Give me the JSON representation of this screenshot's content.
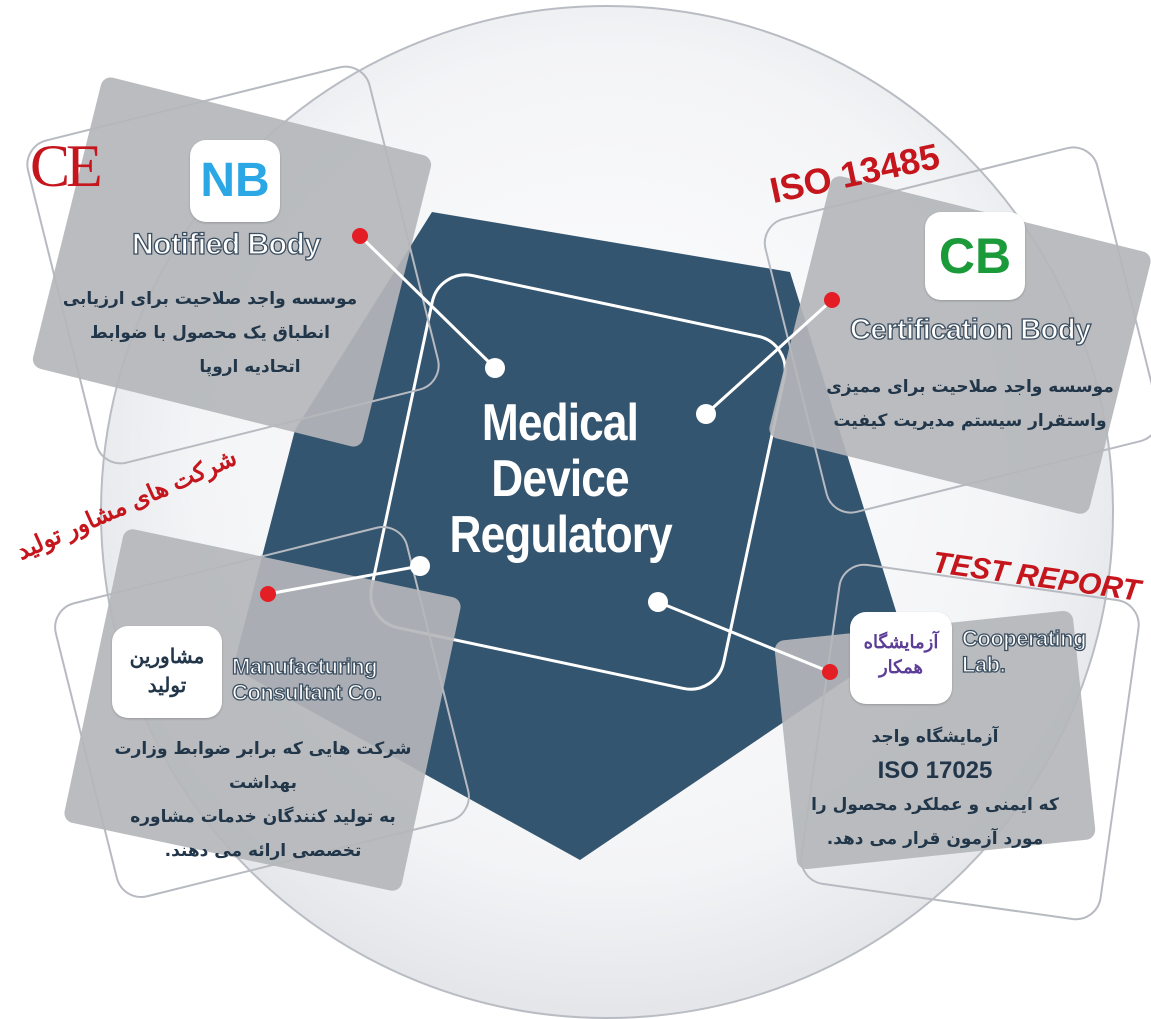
{
  "center": {
    "lines": [
      "Medical",
      "Device",
      "Regulatory"
    ]
  },
  "colors": {
    "navy": "#34556f",
    "red": "#d0161c",
    "nb_blue": "#2aa7e4",
    "cb_green": "#1b9a3a",
    "lab_purple": "#5c3e98",
    "text_navy": "#22364a"
  },
  "notified_body": {
    "mark": "CE",
    "icon": "NB",
    "title": "Notified Body",
    "desc": [
      "موسسه واجد صلاحیت برای ارزیابی",
      "انطباق یک محصول با ضوابط",
      "اتحادیه اروپا"
    ]
  },
  "certification_body": {
    "label": "ISO 13485",
    "icon": "CB",
    "title": "Certification Body",
    "desc": [
      "موسسه واجد صلاحیت برای ممیزی",
      "واستقرار سیستم مدیریت کیفیت"
    ]
  },
  "manufacturing_consultant": {
    "label": "شرکت های مشاور تولید",
    "icon": [
      "مشاورین",
      "تولید"
    ],
    "title": [
      "Manufacturing",
      "Consultant Co."
    ],
    "desc": [
      "شرکت هایی که برابر ضوابط وزارت بهداشت",
      "به تولید کنندگان خدمات مشاوره",
      "تخصصی ارائه می دهند."
    ]
  },
  "cooperating_lab": {
    "label": "TEST REPORT",
    "icon": [
      "آزمایشگاه",
      "همکار"
    ],
    "title": [
      "Cooperating",
      "Lab."
    ],
    "desc": [
      "آزمایشگاه واجد",
      "ISO 17025",
      "که ایمنی و عملکرد محصول را",
      "مورد آزمون قرار می دهد."
    ]
  }
}
